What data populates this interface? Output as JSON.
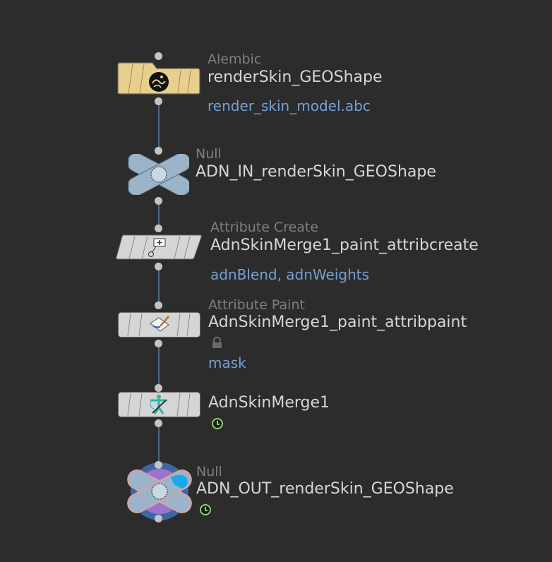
{
  "network": {
    "wire_color": "#4d6a8c",
    "nodes": [
      {
        "type": "Alembic",
        "name": "renderSkin_GEOShape",
        "info": "render_skin_model.abc",
        "icon": "alembic-icon",
        "color": "#e8cf8e"
      },
      {
        "type": "Null",
        "name": "ADN_IN_renderSkin_GEOShape",
        "icon": "null-icon",
        "color": "#9bb4c9"
      },
      {
        "type": "Attribute Create",
        "name": "AdnSkinMerge1_paint_attribcreate",
        "info": "adnBlend, adnWeights",
        "icon": "attribute-create-icon",
        "color": "#d5d5d5"
      },
      {
        "type": "Attribute Paint",
        "name": "AdnSkinMerge1_paint_attribpaint",
        "info": "mask",
        "locked": true,
        "icon": "paint-icon",
        "color": "#d5d5d5"
      },
      {
        "type": "",
        "name": "AdnSkinMerge1",
        "time_dependent": true,
        "icon": "skin-merge-icon",
        "color": "#d5d5d5"
      },
      {
        "type": "Null",
        "name": "ADN_OUT_renderSkin_GEOShape",
        "time_dependent": true,
        "display_flag": true,
        "render_flag": true,
        "icon": "null-icon",
        "color": "#9bb4c9"
      }
    ]
  }
}
